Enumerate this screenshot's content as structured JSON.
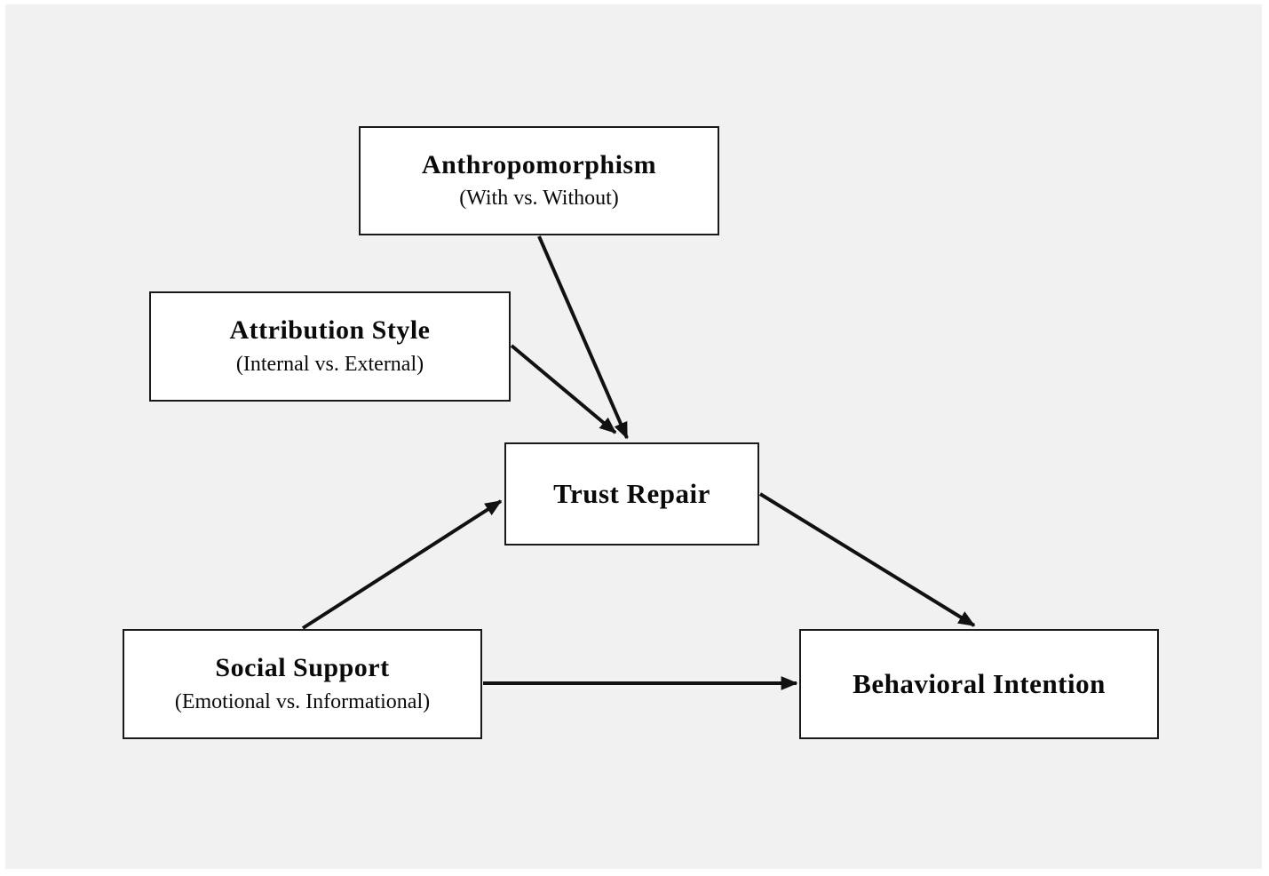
{
  "diagram": {
    "type": "path-model",
    "nodes": {
      "anthropomorphism": {
        "title": "Anthropomorphism",
        "subtitle": "(With vs. Without)"
      },
      "attribution_style": {
        "title": "Attribution Style",
        "subtitle": "(Internal vs. External)"
      },
      "trust_repair": {
        "title": "Trust Repair",
        "subtitle": ""
      },
      "social_support": {
        "title": "Social Support",
        "subtitle": "(Emotional vs. Informational)"
      },
      "behavioral_intention": {
        "title": "Behavioral Intention",
        "subtitle": ""
      }
    },
    "edges": [
      {
        "from": "anthropomorphism",
        "to": "trust_repair"
      },
      {
        "from": "attribution_style",
        "to": "trust_repair"
      },
      {
        "from": "social_support",
        "to": "trust_repair"
      },
      {
        "from": "trust_repair",
        "to": "behavioral_intention"
      },
      {
        "from": "social_support",
        "to": "behavioral_intention"
      }
    ],
    "colors": {
      "page_background": "#ffffff",
      "panel_background": "#f1f1f1",
      "box_fill": "#ffffff",
      "box_border": "#1a1a1a",
      "arrow": "#111111",
      "text": "#0a0a0a"
    }
  }
}
